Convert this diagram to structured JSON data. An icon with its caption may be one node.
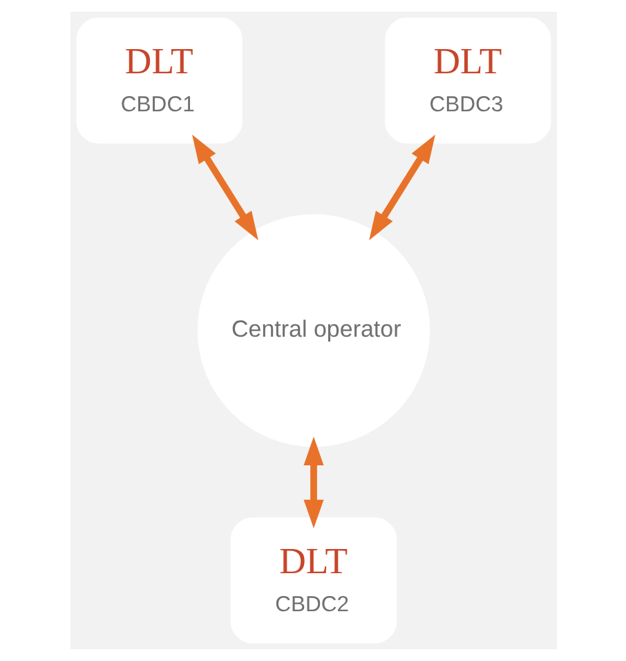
{
  "diagram": {
    "nodes": [
      {
        "text": [
          "DLT",
          "CBDC1"
        ]
      },
      {
        "text": [
          "DLT",
          "CBDC3"
        ]
      },
      {
        "text": [
          "Central operator"
        ]
      },
      {
        "text": [
          "DLT",
          "CBDC2"
        ]
      }
    ],
    "edges": [
      {
        "from": 0,
        "to": 2,
        "arrow": "both"
      },
      {
        "from": 1,
        "to": 2,
        "arrow": "both"
      },
      {
        "from": 2,
        "to": 3,
        "arrow": "both"
      }
    ]
  }
}
